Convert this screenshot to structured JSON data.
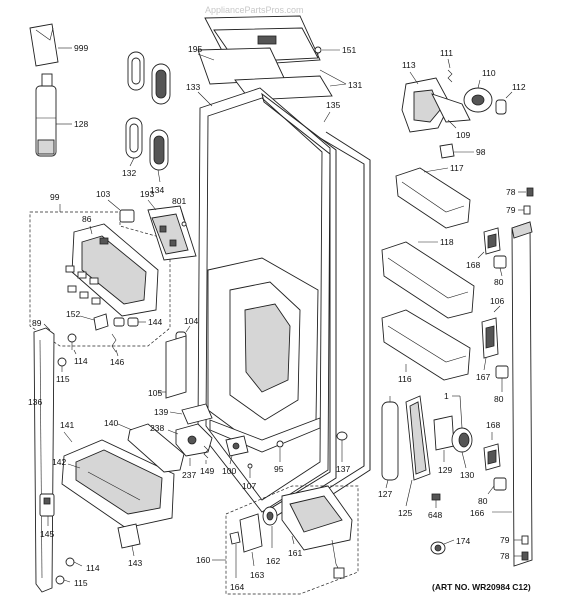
{
  "watermark": "AppliancePartsPros.com",
  "art_no": "(ART NO. WR20984 C12)",
  "callouts": {
    "c999": "999",
    "c128": "128",
    "c195": "195",
    "c151": "151",
    "c131": "131",
    "c133": "133",
    "c135": "135",
    "c111": "111",
    "c113": "113",
    "c110": "110",
    "c112": "112",
    "c109": "109",
    "c98": "98",
    "c132": "132",
    "c134": "134",
    "c117": "117",
    "c78a": "78",
    "c79a": "79",
    "c99": "99",
    "c103": "103",
    "c193": "193",
    "c801": "801",
    "c86": "86",
    "c118": "118",
    "c168a": "168",
    "c80a": "80",
    "c106": "106",
    "c89": "89",
    "c152": "152",
    "c144": "144",
    "c114a": "114",
    "c146": "146",
    "c115a": "115",
    "c104": "104",
    "c105": "105",
    "c116": "116",
    "c167": "167",
    "c80b": "80",
    "c136": "136",
    "c1": "1",
    "c139": "139",
    "c140": "140",
    "c238": "238",
    "c141": "141",
    "c142": "142",
    "c149": "149",
    "c237": "237",
    "c100": "100",
    "c107": "107",
    "c95": "95",
    "c137": "137",
    "c127": "127",
    "c129": "129",
    "c130": "130",
    "c168b": "168",
    "c80c": "80",
    "c166": "166",
    "c125": "125",
    "c648": "648",
    "c145": "145",
    "c143": "143",
    "c160": "160",
    "c164": "164",
    "c163": "163",
    "c162": "162",
    "c161": "161",
    "c174": "174",
    "c79b": "79",
    "c78b": "78",
    "c114b": "114",
    "c115b": "115"
  }
}
